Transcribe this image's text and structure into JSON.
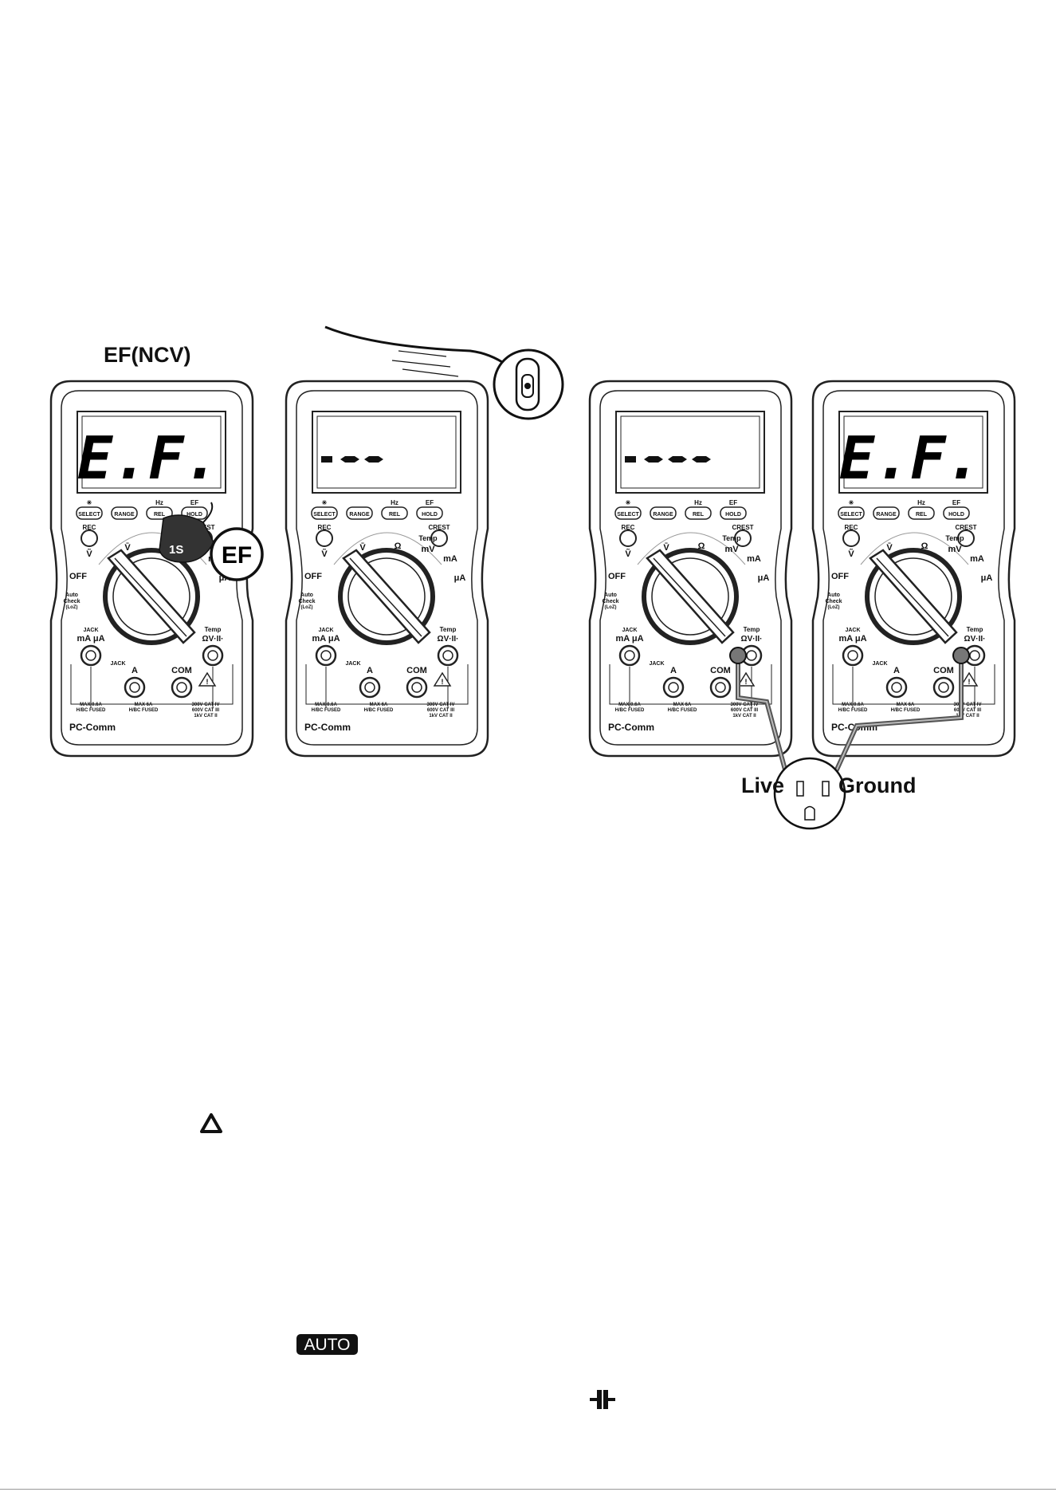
{
  "figure": {
    "heading": "EF(NCV)",
    "brand": "PC-Comm",
    "live_label": "Live",
    "ground_label": "Ground",
    "press_duration": "1S",
    "press_key": "EF",
    "meters": [
      {
        "display": "E.F."
      },
      {
        "display": ""
      },
      {
        "display": ""
      },
      {
        "display": "E.F."
      }
    ],
    "buttons": {
      "select": "SELECT",
      "range": "RANGE",
      "rel": "REL",
      "hold": "HOLD",
      "hold_top": "EF",
      "rel_top": "Hz",
      "select_top": "✳",
      "rec": "REC",
      "crest": "CREST"
    },
    "dial": {
      "off": "OFF",
      "v_ac": "Ṽ",
      "v_dc": "V̄",
      "ohm": "Ω",
      "temp": "Temp",
      "mv": "mV",
      "ma_ac": "mA",
      "ua": "μA",
      "auto": "Auto",
      "check": "Check",
      "lozv": "(LoZ)"
    },
    "jacks": {
      "jack": "JACK",
      "ma_ua": "mA μA",
      "temp_ov": "ΩV·II·",
      "temp": "Temp",
      "a": "A",
      "com": "COM",
      "max1": "MAX 0.6A",
      "max1b": "H/BC FUSED",
      "max2": "MAX 6A",
      "max2b": "H/BC FUSED",
      "cat1": "300V CAT IV",
      "cat2": "600V CAT III",
      "cat3": "1kV CAT II"
    }
  },
  "footer": {
    "auto_badge": "AUTO"
  },
  "icons": {
    "warning": "warning-triangle-icon",
    "capacitor": "capacitor-icon"
  }
}
